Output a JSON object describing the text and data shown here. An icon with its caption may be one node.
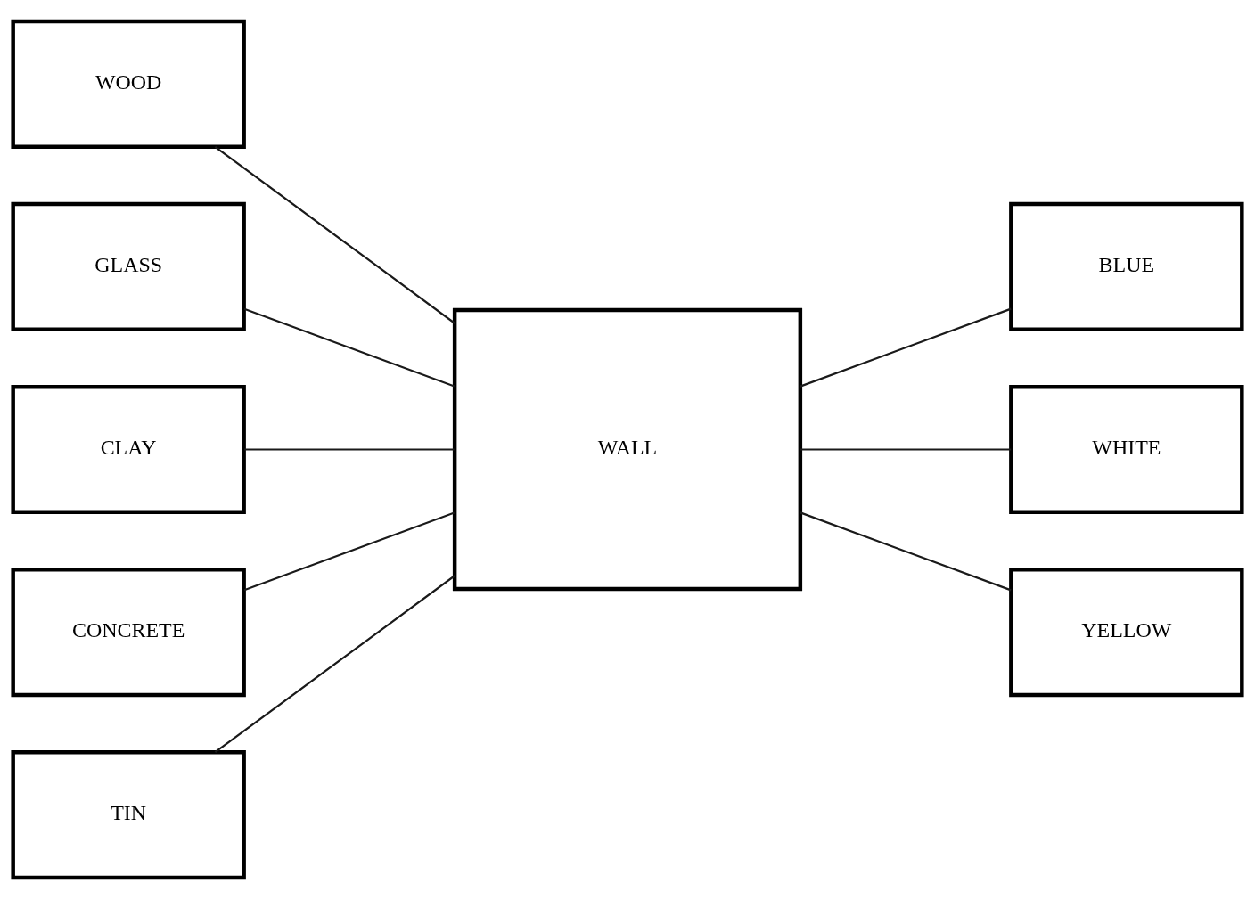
{
  "diagram": {
    "nodes": [
      {
        "text": [
          "WOOD"
        ]
      },
      {
        "text": [
          "GLASS"
        ]
      },
      {
        "text": [
          "CLAY"
        ]
      },
      {
        "text": [
          "CONCRETE"
        ]
      },
      {
        "text": [
          "TIN"
        ]
      },
      {
        "text": [
          "WALL"
        ]
      },
      {
        "text": [
          "BLUE"
        ]
      },
      {
        "text": [
          "WHITE"
        ]
      },
      {
        "text": [
          "YELLOW"
        ]
      }
    ],
    "edges": [
      {
        "from": 0,
        "to": 5,
        "arrow": "none"
      },
      {
        "from": 1,
        "to": 5,
        "arrow": "none"
      },
      {
        "from": 2,
        "to": 5,
        "arrow": "none"
      },
      {
        "from": 3,
        "to": 5,
        "arrow": "none"
      },
      {
        "from": 4,
        "to": 5,
        "arrow": "none"
      },
      {
        "from": 5,
        "to": 6,
        "arrow": "none"
      },
      {
        "from": 5,
        "to": 7,
        "arrow": "none"
      },
      {
        "from": 5,
        "to": 8,
        "arrow": "none"
      }
    ]
  }
}
